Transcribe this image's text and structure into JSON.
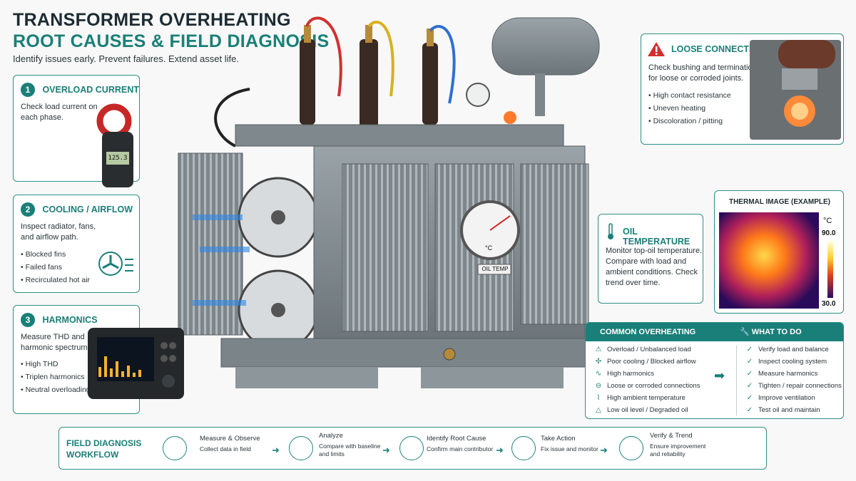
{
  "header": {
    "title_line1": "TRANSFORMER OVERHEATING",
    "title_line2": "ROOT CAUSES & FIELD DIAGNOSIS",
    "subtitle": "Identify issues early. Prevent failures. Extend asset life."
  },
  "overload": {
    "num": "1",
    "title": "OVERLOAD CURRENT",
    "text": "Check load current on each phase.",
    "meter_reading": "125.3"
  },
  "cooling": {
    "num": "2",
    "title": "COOLING / AIRFLOW",
    "text": "Inspect radiator, fans, and airflow path.",
    "bullets": [
      "Blocked fins",
      "Failed fans",
      "Recirculated hot air"
    ]
  },
  "harmonics": {
    "num": "3",
    "title": "HARMONICS",
    "text": "Measure THD and harmonic spectrum.",
    "bullets": [
      "High THD",
      "Triplen harmonics",
      "Neutral overloading"
    ]
  },
  "loose": {
    "title": "LOOSE CONNECTION",
    "text": "Check bushing and terminations for loose or corroded joints.",
    "bullets": [
      "High contact resistance",
      "Uneven heating",
      "Discoloration / pitting"
    ]
  },
  "thermal": {
    "title": "THERMAL IMAGE (EXAMPLE)",
    "unit": "°C",
    "max": "90.0",
    "min": "30.0"
  },
  "oil": {
    "title": "OIL TEMPERATURE",
    "text": "Monitor top-oil temperature. Compare with load and ambient conditions. Check trend over time.",
    "gauge_label": "OIL TEMP",
    "gauge_unit": "°C"
  },
  "causes": {
    "header_left": "COMMON OVERHEATING CAUSES",
    "header_right": "WHAT TO DO",
    "left": [
      "Overload / Unbalanced load",
      "Poor cooling / Blocked airflow",
      "High harmonics",
      "Loose or corroded connections",
      "High ambient temperature",
      "Low oil level / Degraded oil"
    ],
    "right": [
      "Verify load and balance",
      "Inspect cooling system",
      "Measure harmonics",
      "Tighten / repair connections",
      "Improve ventilation",
      "Test oil and maintain"
    ]
  },
  "workflow": {
    "title_line1": "FIELD DIAGNOSIS",
    "title_line2": "WORKFLOW",
    "steps": [
      {
        "title": "Measure & Observe",
        "desc1": "Collect data in field",
        "desc2": ""
      },
      {
        "title": "Analyze",
        "desc1": "Compare with baseline",
        "desc2": "and limits"
      },
      {
        "title": "Identify Root Cause",
        "desc1": "Confirm main contributor",
        "desc2": ""
      },
      {
        "title": "Take Action",
        "desc1": "Fix issue and monitor",
        "desc2": ""
      },
      {
        "title": "Verify & Trend",
        "desc1": "Ensure improvement",
        "desc2": "and reliability"
      }
    ]
  },
  "colors": {
    "accent": "#1a7f78",
    "warning": "#d32f2f",
    "metal": "#8e979c"
  }
}
